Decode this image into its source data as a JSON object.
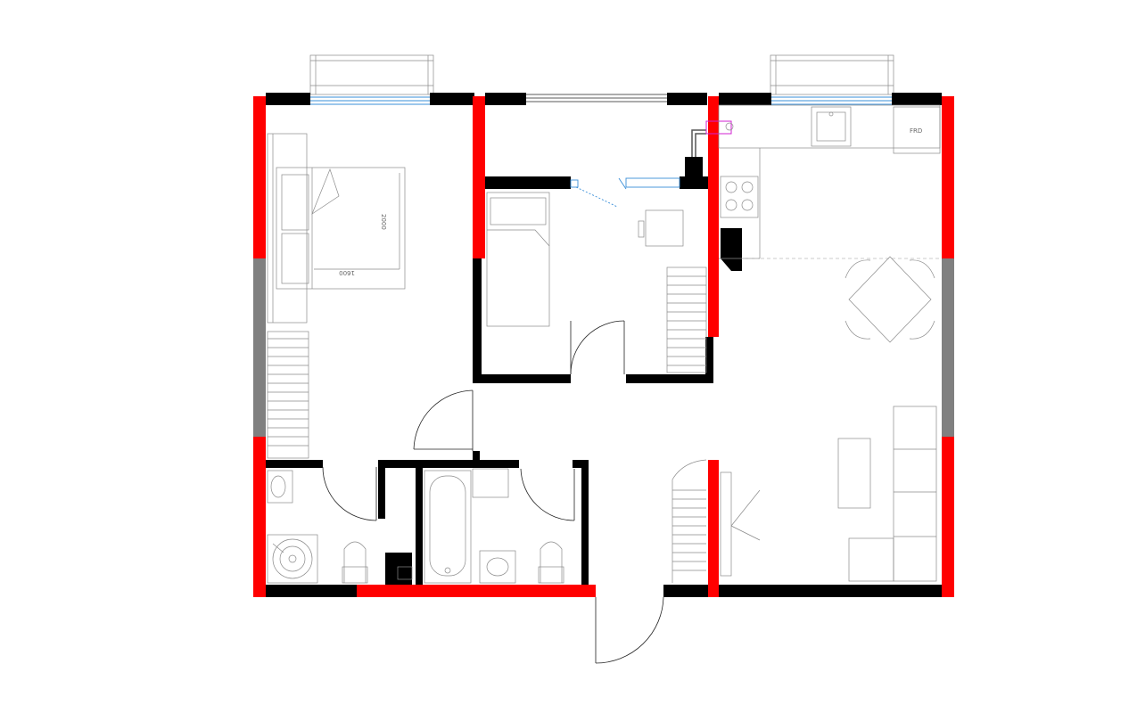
{
  "colors": {
    "background": "#ffffff",
    "exterior_wall": "#ff0000",
    "interior_wall": "#000000",
    "window_wall": "#808080",
    "window_glass": "#3a8fd8",
    "fixture_line": "#8a8a8a"
  },
  "bedroom": {
    "bed_width_label": "1600",
    "bed_length_label": "2000"
  },
  "kitchen": {
    "fridge_label": "FRD"
  },
  "icons": [
    "door-swing-icon",
    "window-icon",
    "bed-icon",
    "bathtub-icon",
    "toilet-icon",
    "sink-icon",
    "shower-icon",
    "stove-icon",
    "dining-table-icon",
    "sofa-icon"
  ]
}
